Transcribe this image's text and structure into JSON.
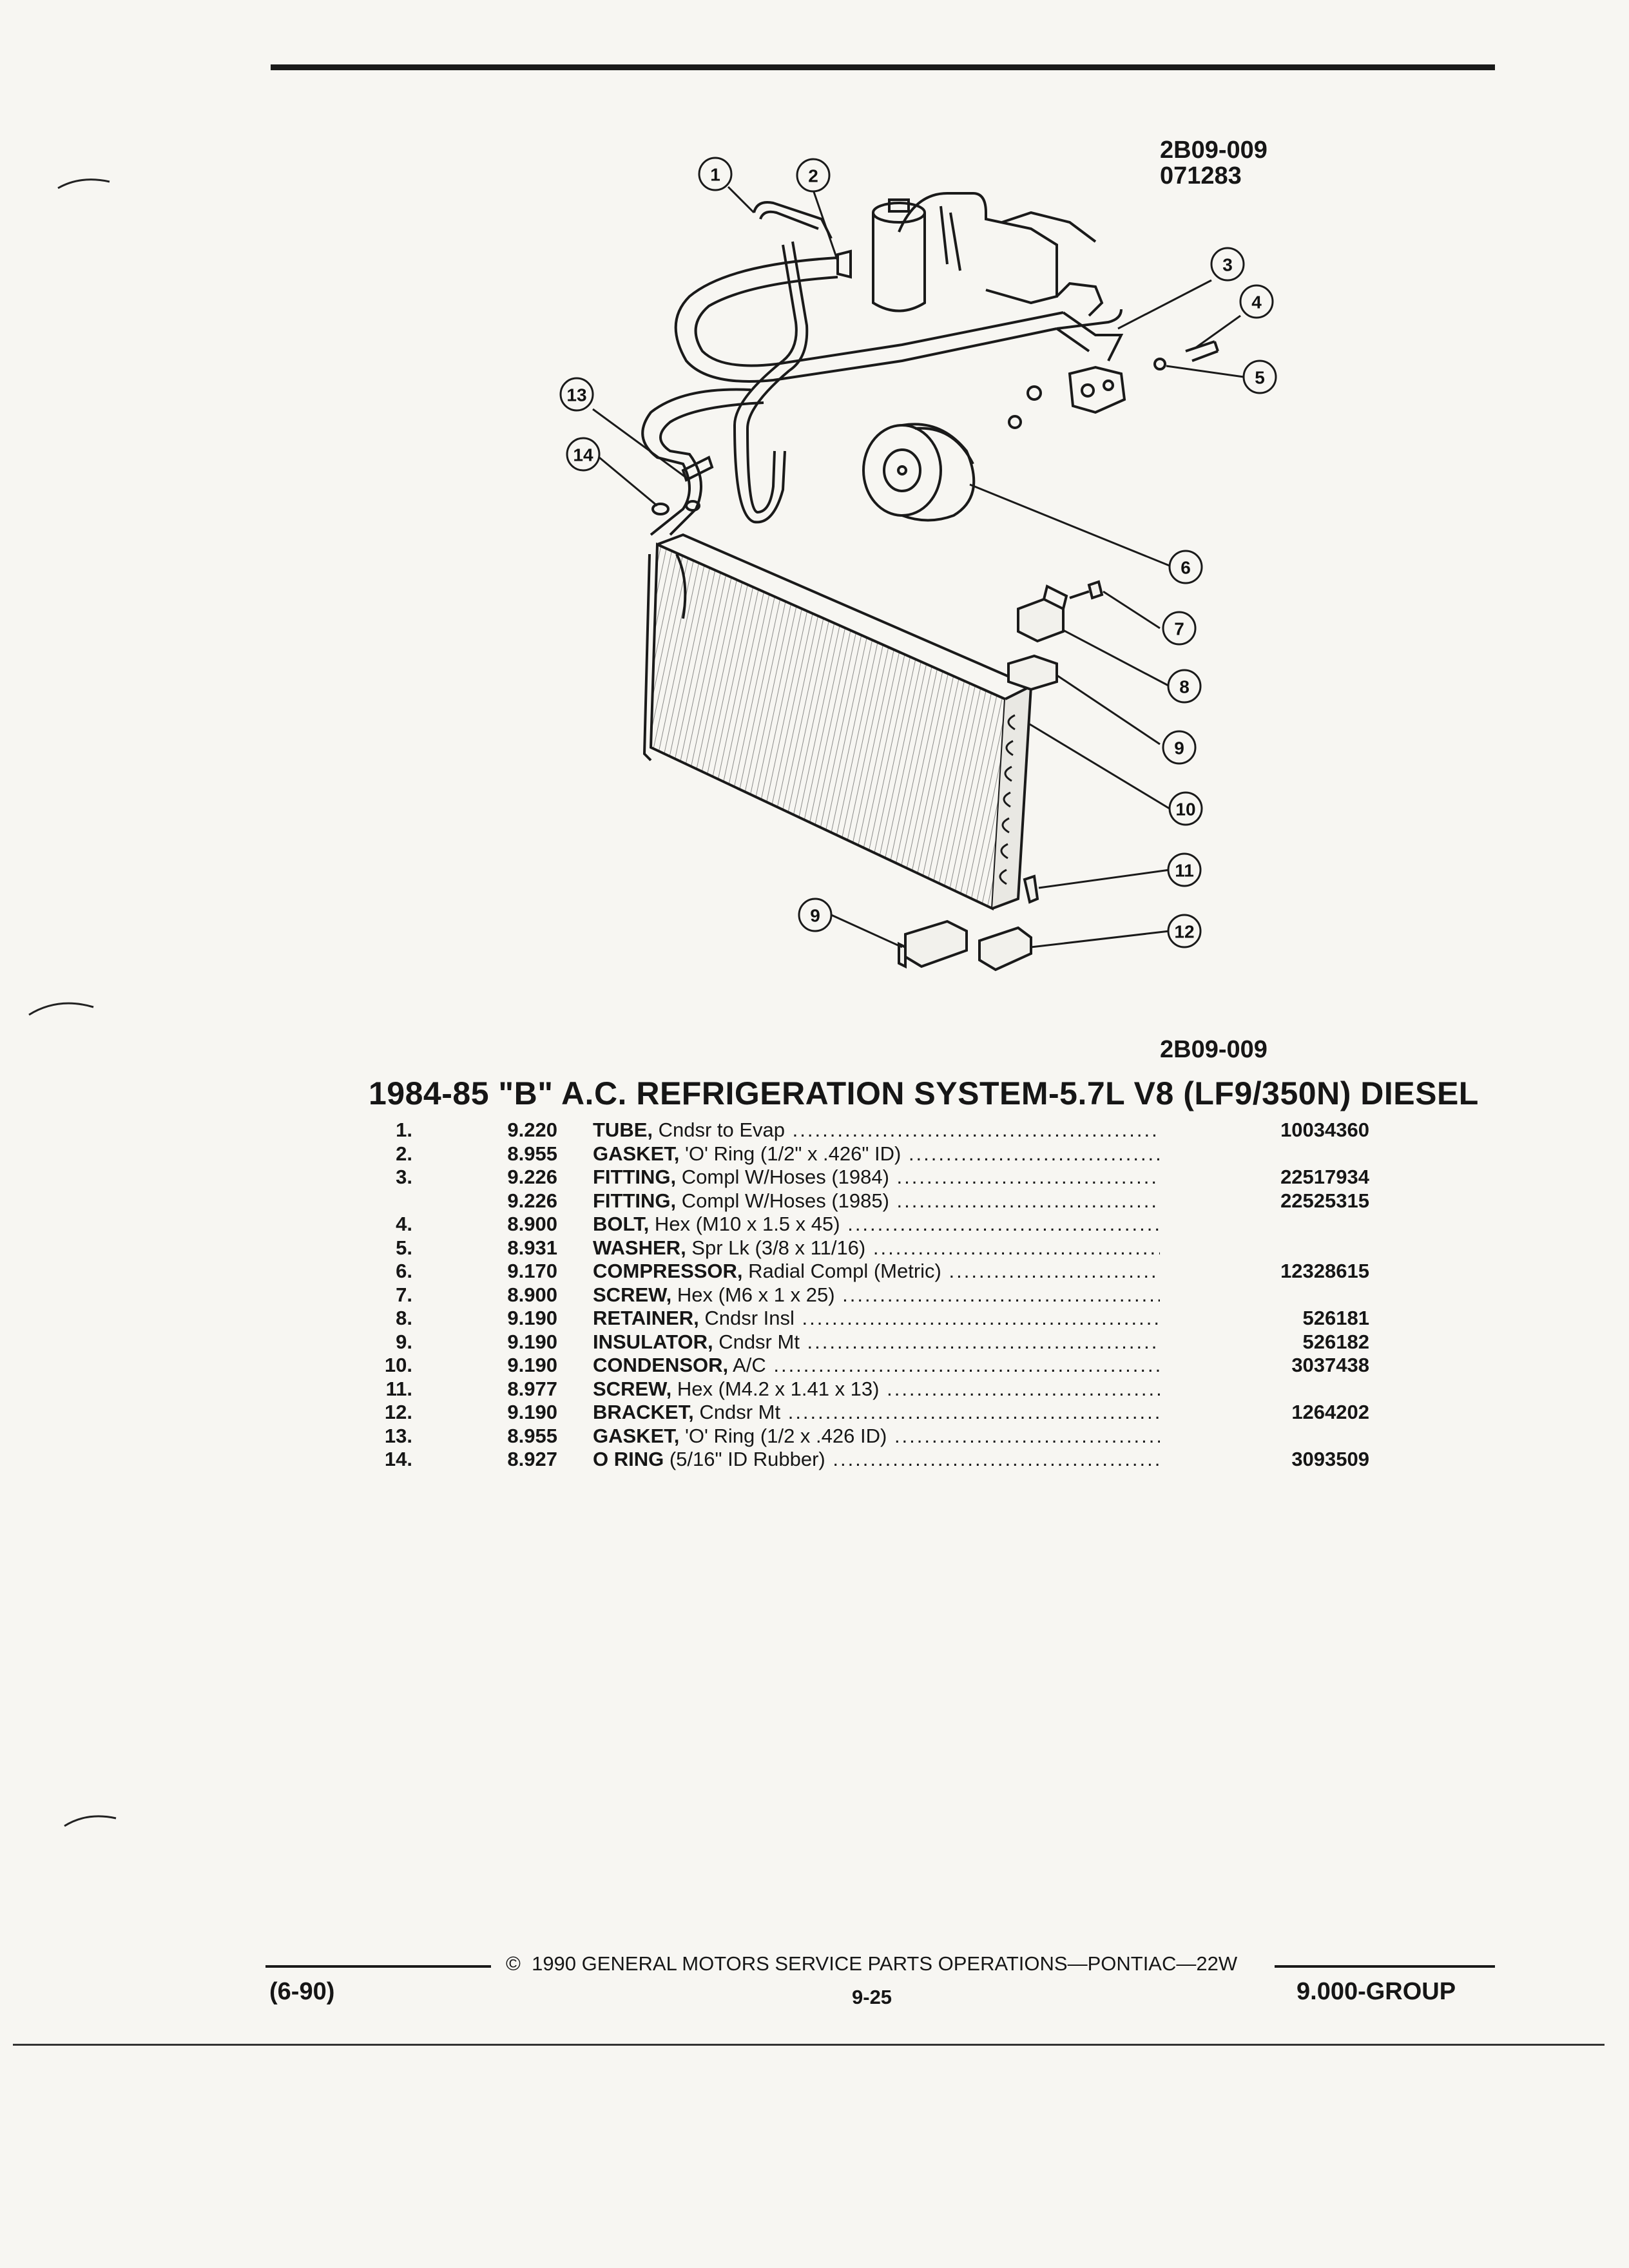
{
  "figure": {
    "code_top": "2B09-009",
    "date_code": "071283",
    "code_bottom": "2B09-009",
    "callouts": [
      "1",
      "2",
      "3",
      "4",
      "5",
      "6",
      "7",
      "8",
      "9",
      "10",
      "11",
      "12",
      "9",
      "13",
      "14"
    ]
  },
  "section_title": "1984-85 \"B\" A.C. REFRIGERATION SYSTEM-5.7L V8 (LF9/350N) DIESEL",
  "parts": [
    {
      "index": "1.",
      "group": "9.220",
      "name": "TUBE,",
      "detail": " Cndsr to Evap",
      "part_no": "10034360"
    },
    {
      "index": "2.",
      "group": "8.955",
      "name": "GASKET,",
      "detail": " 'O' Ring (1/2\" x .426\" ID)",
      "part_no": ""
    },
    {
      "index": "3.",
      "group": "9.226",
      "name": "FITTING,",
      "detail": " Compl W/Hoses (1984)",
      "part_no": "22517934"
    },
    {
      "index": "",
      "group": "9.226",
      "name": "FITTING,",
      "detail": " Compl W/Hoses (1985)",
      "part_no": "22525315"
    },
    {
      "index": "4.",
      "group": "8.900",
      "name": "BOLT,",
      "detail": " Hex (M10 x 1.5 x 45)",
      "part_no": ""
    },
    {
      "index": "5.",
      "group": "8.931",
      "name": "WASHER,",
      "detail": " Spr Lk (3/8 x 11/16)",
      "part_no": ""
    },
    {
      "index": "6.",
      "group": "9.170",
      "name": "COMPRESSOR,",
      "detail": " Radial Compl (Metric)",
      "part_no": "12328615"
    },
    {
      "index": "7.",
      "group": "8.900",
      "name": "SCREW,",
      "detail": " Hex (M6 x 1 x 25)",
      "part_no": ""
    },
    {
      "index": "8.",
      "group": "9.190",
      "name": "RETAINER,",
      "detail": " Cndsr Insl",
      "part_no": "526181"
    },
    {
      "index": "9.",
      "group": "9.190",
      "name": "INSULATOR,",
      "detail": " Cndsr Mt",
      "part_no": "526182"
    },
    {
      "index": "10.",
      "group": "9.190",
      "name": "CONDENSOR,",
      "detail": " A/C",
      "part_no": "3037438"
    },
    {
      "index": "11.",
      "group": "8.977",
      "name": "SCREW,",
      "detail": " Hex (M4.2 x 1.41 x 13)",
      "part_no": ""
    },
    {
      "index": "12.",
      "group": "9.190",
      "name": "BRACKET,",
      "detail": " Cndsr Mt",
      "part_no": "1264202"
    },
    {
      "index": "13.",
      "group": "8.955",
      "name": "GASKET,",
      "detail": " 'O' Ring (1/2 x .426 ID)",
      "part_no": ""
    },
    {
      "index": "14.",
      "group": "8.927",
      "name": "O RING",
      "detail": " (5/16\" ID Rubber)",
      "part_no": "3093509"
    }
  ],
  "footer": {
    "copyright_symbol": "©",
    "copyright": "1990 GENERAL MOTORS SERVICE PARTS OPERATIONS—PONTIAC—22W",
    "revision": "(6-90)",
    "page": "9-25",
    "group": "9.000-GROUP"
  }
}
